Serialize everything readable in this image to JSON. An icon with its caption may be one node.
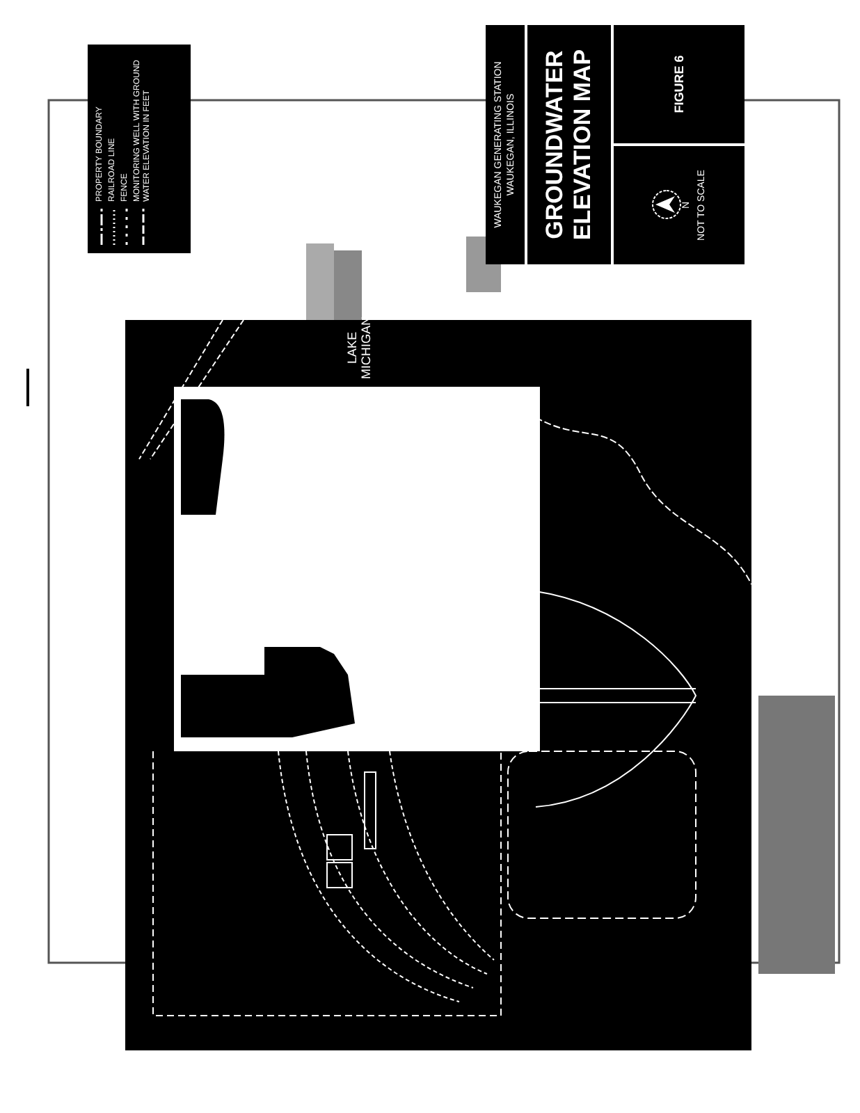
{
  "diagram": {
    "title": "GROUNDWATER ELEVATION MAP",
    "labels": [
      "WAUKEGAN GENERATING STATION",
      "WAUKEGAN, ILLINOIS",
      "FIGURE 6",
      "N",
      "NOT TO SCALE",
      "LAKE MICHIGAN"
    ],
    "legend": [
      {
        "text": "PROPERTY BOUNDARY"
      },
      {
        "text": "RAILROAD LINE"
      },
      {
        "text": "FENCE"
      },
      {
        "text": "MONITORING WELL WITH GROUND WATER ELEVATION IN FEET"
      }
    ]
  }
}
